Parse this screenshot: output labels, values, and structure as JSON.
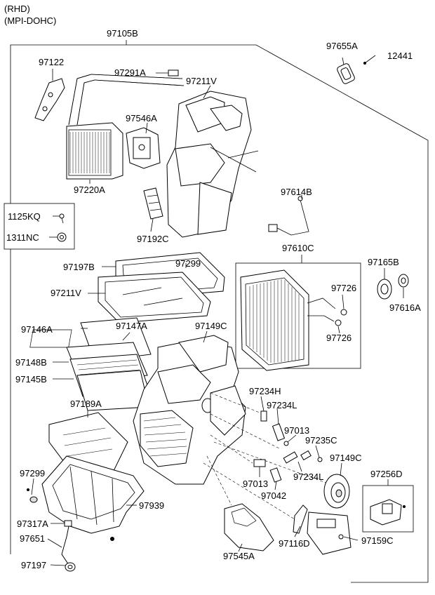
{
  "header": {
    "line1": "(RHD)",
    "line2": "(MPI-DOHC)"
  },
  "labels": {
    "p97105B": "97105B",
    "p97655A": "97655A",
    "p12441": "12441",
    "p97122": "97122",
    "p97291A": "97291A",
    "p97211V_top": "97211V",
    "p97546A": "97546A",
    "p97220A": "97220A",
    "p97614B": "97614B",
    "p1125KQ": "1125KQ",
    "p1311NC": "1311NC",
    "p97192C": "97192C",
    "p97610C": "97610C",
    "p97197B": "97197B",
    "p97299_top": "97299",
    "p97165B": "97165B",
    "p97726_a": "97726",
    "p97211V_mid": "97211V",
    "p97616A": "97616A",
    "p97726_b": "97726",
    "p97146A": "97146A",
    "p97147A": "97147A",
    "p97149C_top": "97149C",
    "p97148B": "97148B",
    "p97145B": "97145B",
    "p97234H": "97234H",
    "p97234L_a": "97234L",
    "p97189A": "97189A",
    "p97013_a": "97013",
    "p97235C": "97235C",
    "p97149C_bot": "97149C",
    "p97256D": "97256D",
    "p97299_bot": "97299",
    "p97234L_b": "97234L",
    "p97013_b": "97013",
    "p97042": "97042",
    "p97939": "97939",
    "p97317A": "97317A",
    "p97651": "97651",
    "p97116D": "97116D",
    "p97159C": "97159C",
    "p97545A": "97545A",
    "p97197_bot": "97197"
  }
}
